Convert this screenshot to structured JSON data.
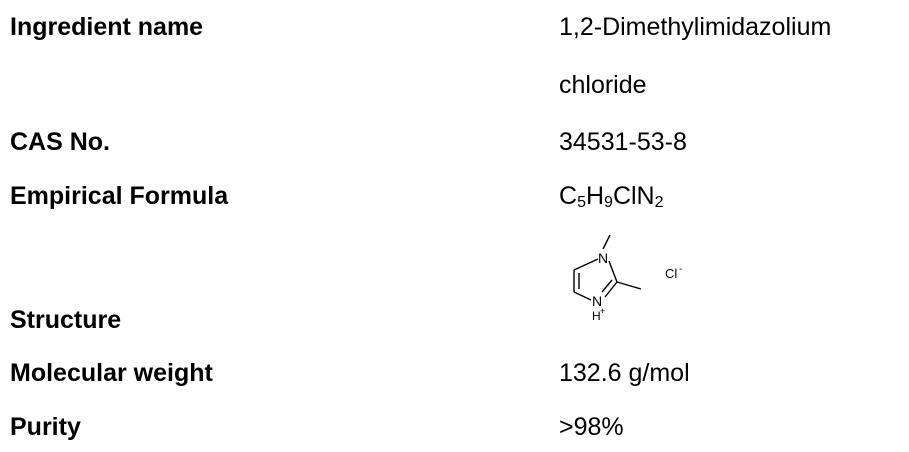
{
  "rows": [
    {
      "label": "Ingredient name",
      "value_line1": "1,2-Dimethylimidazolium",
      "value_line2": "chloride"
    },
    {
      "label": "CAS No.",
      "value": "34531-53-8"
    },
    {
      "label": "Empirical Formula",
      "formula": {
        "c": "C",
        "c_n": "5",
        "h": "H",
        "h_n": "9",
        "cln": "ClN",
        "n_n": "2"
      }
    },
    {
      "label": "Structure",
      "atoms": {
        "n_top": "N",
        "n_bottom": "N",
        "h_plus": "H",
        "plus": "+",
        "cl": "Cl",
        "minus": "-"
      }
    },
    {
      "label": "Molecular weight",
      "value": "132.6 g/mol"
    },
    {
      "label": "Purity",
      "value": ">98%"
    }
  ]
}
